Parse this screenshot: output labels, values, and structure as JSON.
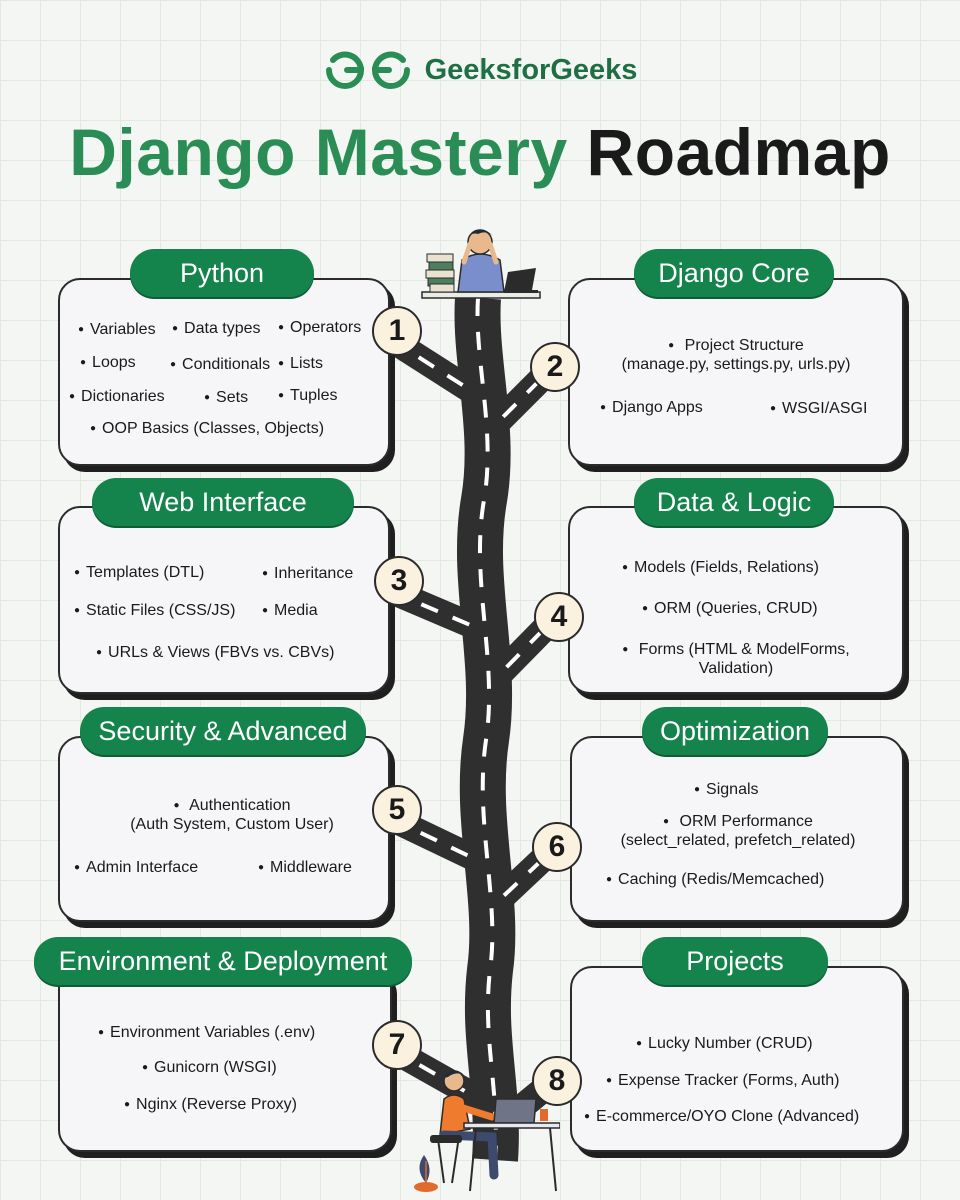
{
  "brand": {
    "name": "GeeksforGeeks",
    "color": "#2a8d56"
  },
  "title": {
    "part1": "Django Mastery",
    "part2": "Roadmap"
  },
  "colors": {
    "pill": "#15834c",
    "road": "#2f2f2f",
    "step_bg": "#fbf1df"
  },
  "cards": {
    "python": {
      "title": "Python",
      "items": [
        "Variables",
        "Data types",
        "Operators",
        "Loops",
        "Conditionals",
        "Lists",
        "Dictionaries",
        "Sets",
        "Tuples",
        "OOP Basics (Classes, Objects)"
      ]
    },
    "django_core": {
      "title": "Django Core",
      "items": [
        "Project Structure",
        "(manage.py, settings.py, urls.py)",
        "Django Apps",
        "WSGI/ASGI"
      ]
    },
    "web_interface": {
      "title": "Web Interface",
      "items": [
        "Templates (DTL)",
        "Inheritance",
        "Static Files (CSS/JS)",
        "Media",
        "URLs & Views (FBVs vs. CBVs)"
      ]
    },
    "data_logic": {
      "title": "Data & Logic",
      "items": [
        "Models (Fields, Relations)",
        "ORM (Queries, CRUD)",
        "Forms (HTML & ModelForms,",
        "Validation)"
      ]
    },
    "security": {
      "title": "Security & Advanced",
      "items": [
        "Authentication",
        "(Auth System, Custom User)",
        "Admin Interface",
        "Middleware"
      ]
    },
    "optimization": {
      "title": "Optimization",
      "items": [
        "Signals",
        "ORM Performance",
        "(select_related, prefetch_related)",
        "Caching (Redis/Memcached)"
      ]
    },
    "environment": {
      "title": "Environment & Deployment",
      "items": [
        "Environment Variables (.env)",
        "Gunicorn (WSGI)",
        "Nginx (Reverse Proxy)"
      ]
    },
    "projects": {
      "title": "Projects",
      "items": [
        "Lucky Number (CRUD)",
        "Expense Tracker (Forms, Auth)",
        "E-commerce/OYO Clone (Advanced)"
      ]
    }
  },
  "steps": [
    "1",
    "2",
    "3",
    "4",
    "5",
    "6",
    "7",
    "8"
  ]
}
